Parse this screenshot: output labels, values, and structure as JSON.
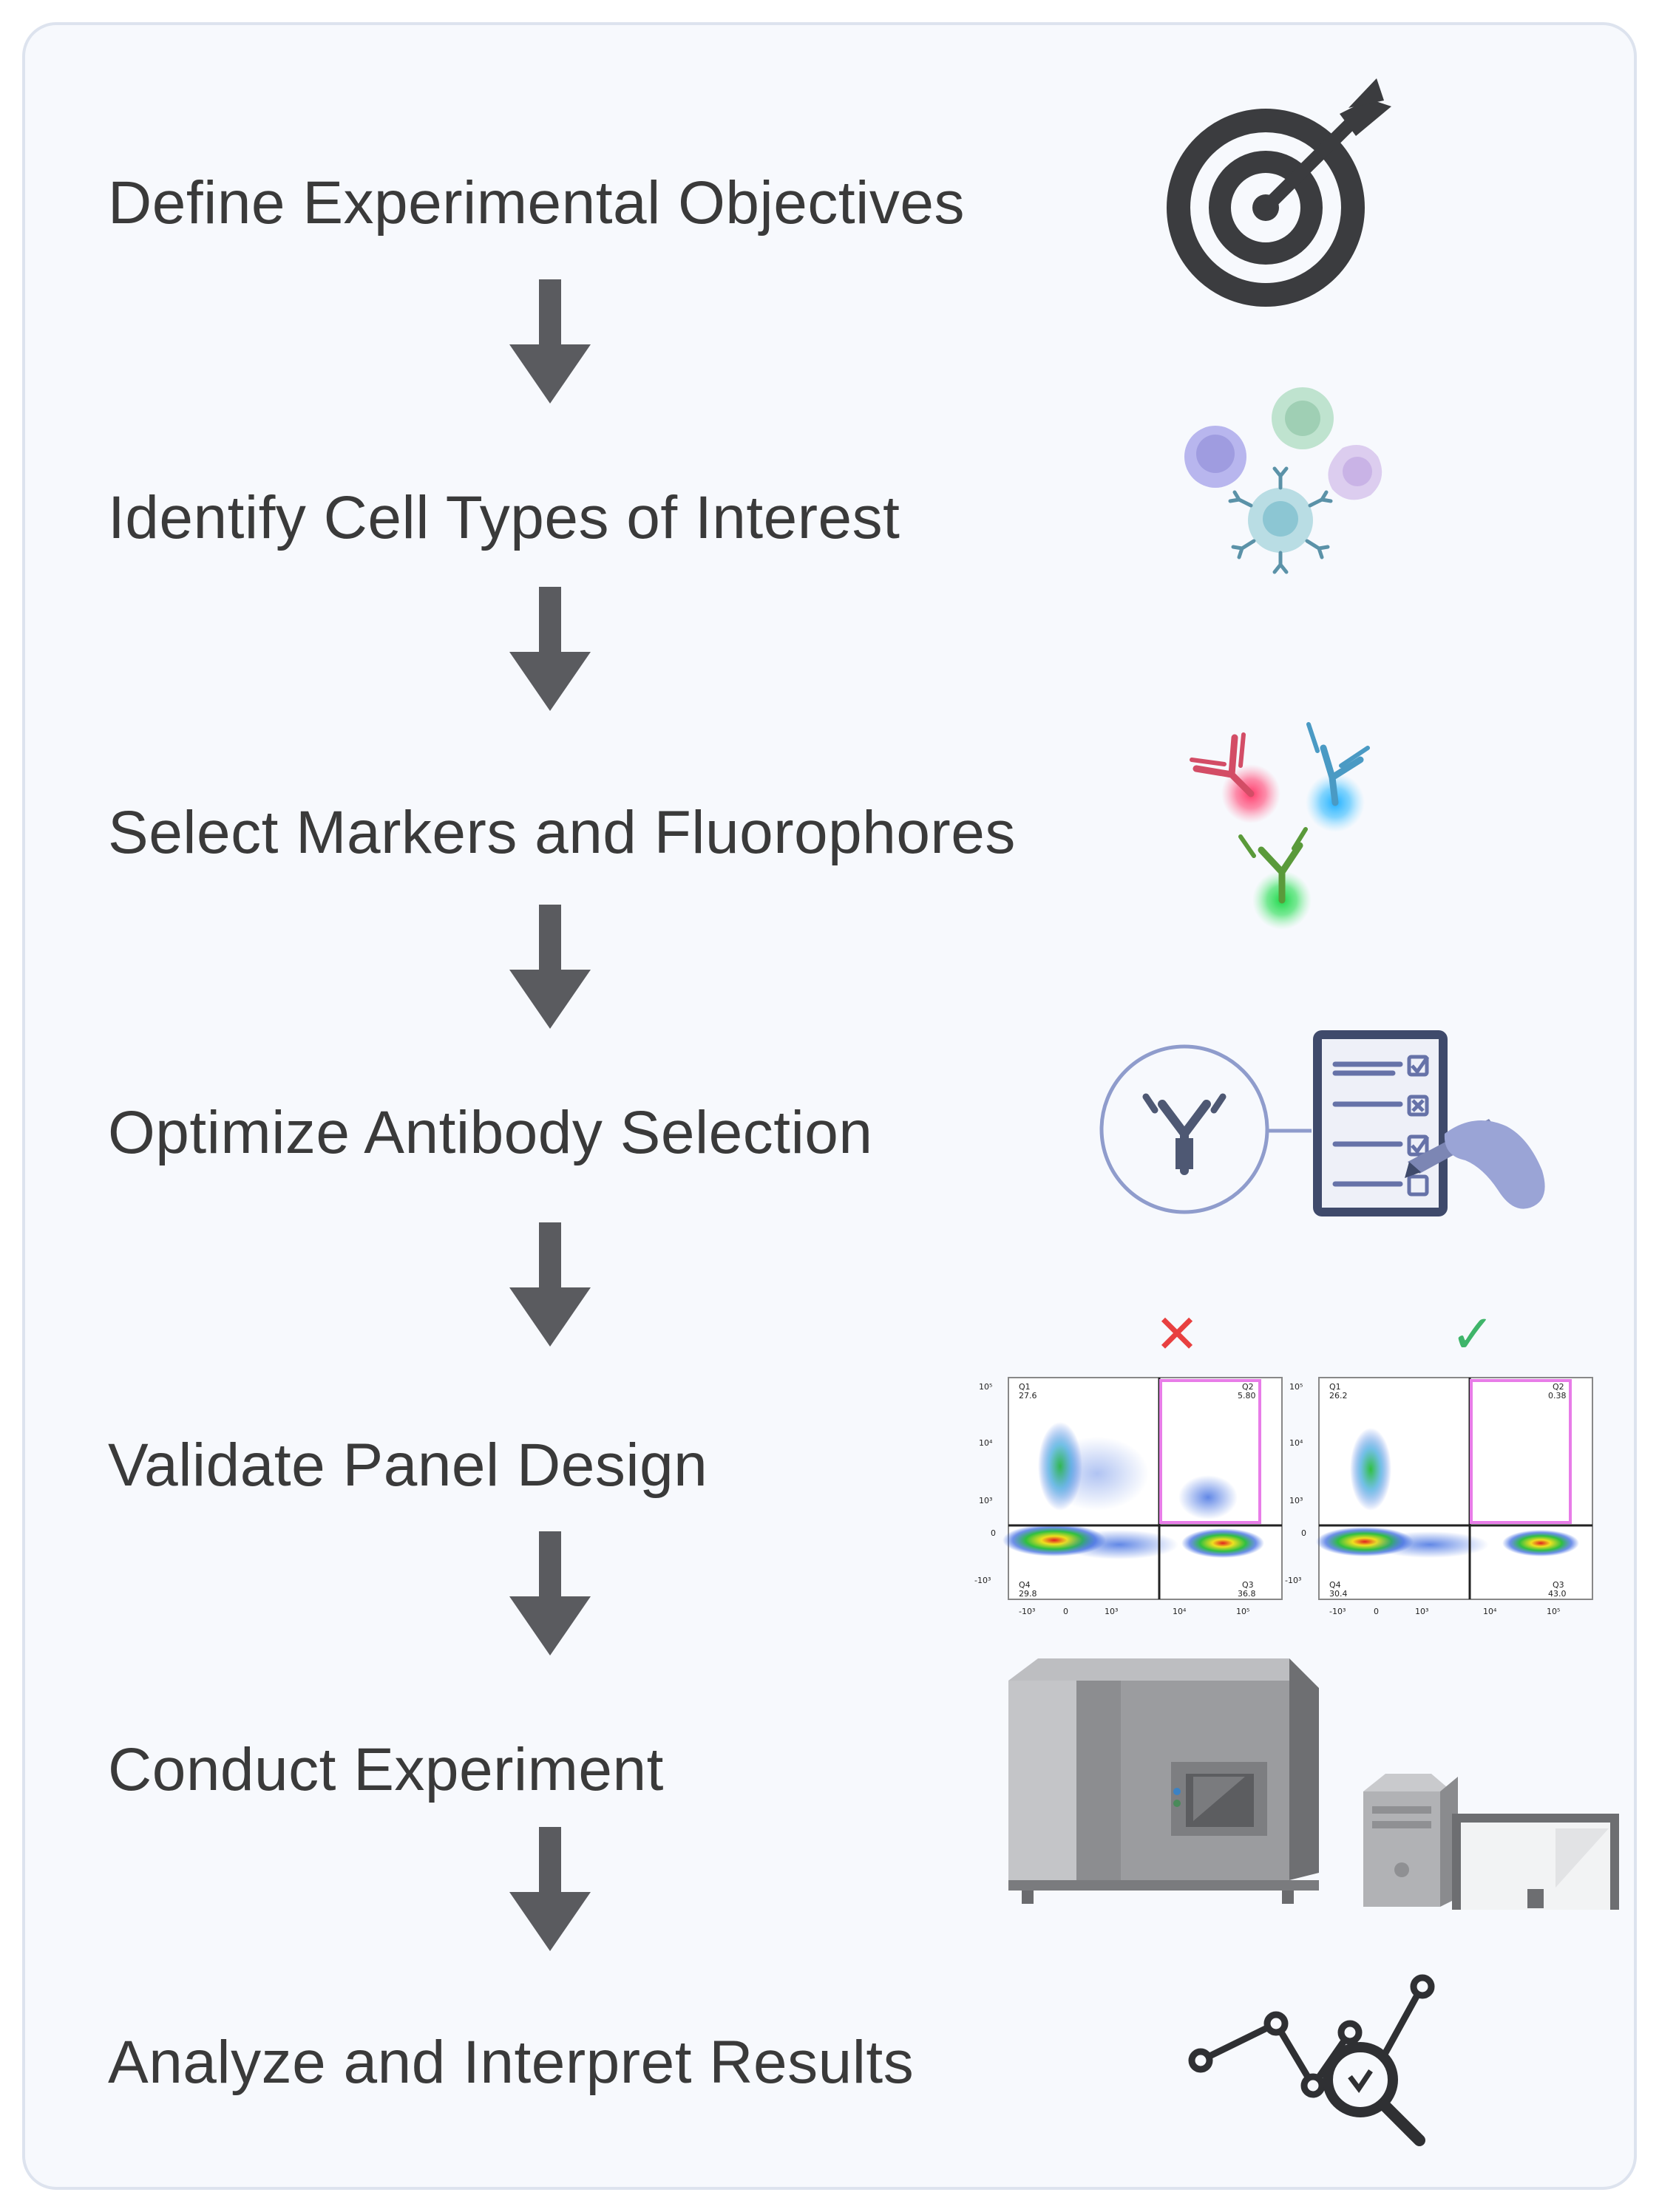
{
  "steps": [
    {
      "label": "Define Experimental Objectives",
      "icon": "target-icon"
    },
    {
      "label": "Identify Cell Types of Interest",
      "icon": "cells-icon"
    },
    {
      "label": "Select Markers and Fluorophores",
      "icon": "fluorescent-antibodies-icon"
    },
    {
      "label": "Optimize Antibody Selection",
      "icon": "antibody-checklist-icon"
    },
    {
      "label": "Validate Panel Design",
      "icon": "flow-cytometry-plots-icon"
    },
    {
      "label": "Conduct Experiment",
      "icon": "cytometer-computer-icon"
    },
    {
      "label": "Analyze and Interpret Results",
      "icon": "analysis-chart-icon"
    }
  ],
  "flow_plots": {
    "bad": {
      "mark": "✕",
      "q1": "Q1",
      "q1_val": "27.6",
      "q2": "Q2",
      "q2_val": "5.80",
      "q3": "Q3",
      "q3_val": "36.8",
      "q4": "Q4",
      "q4_val": "29.8"
    },
    "good": {
      "mark": "✓",
      "q1": "Q1",
      "q1_val": "26.2",
      "q2": "Q2",
      "q2_val": "0.38",
      "q3": "Q3",
      "q3_val": "43.0",
      "q4": "Q4",
      "q4_val": "30.4"
    },
    "y_ticks": [
      "10⁵",
      "10⁴",
      "10³",
      "0",
      "-10³"
    ],
    "x_ticks": [
      "-10³",
      "0",
      "10³",
      "10⁴",
      "10⁵"
    ]
  },
  "colors": {
    "text": "#3a3a3a",
    "arrow": "#5a5b5f",
    "card_bg": "#f7f9fd",
    "card_border": "#dde3ee",
    "gate": "#e87ce8",
    "bad_mark": "#e84040",
    "good_mark": "#3fb56a"
  }
}
